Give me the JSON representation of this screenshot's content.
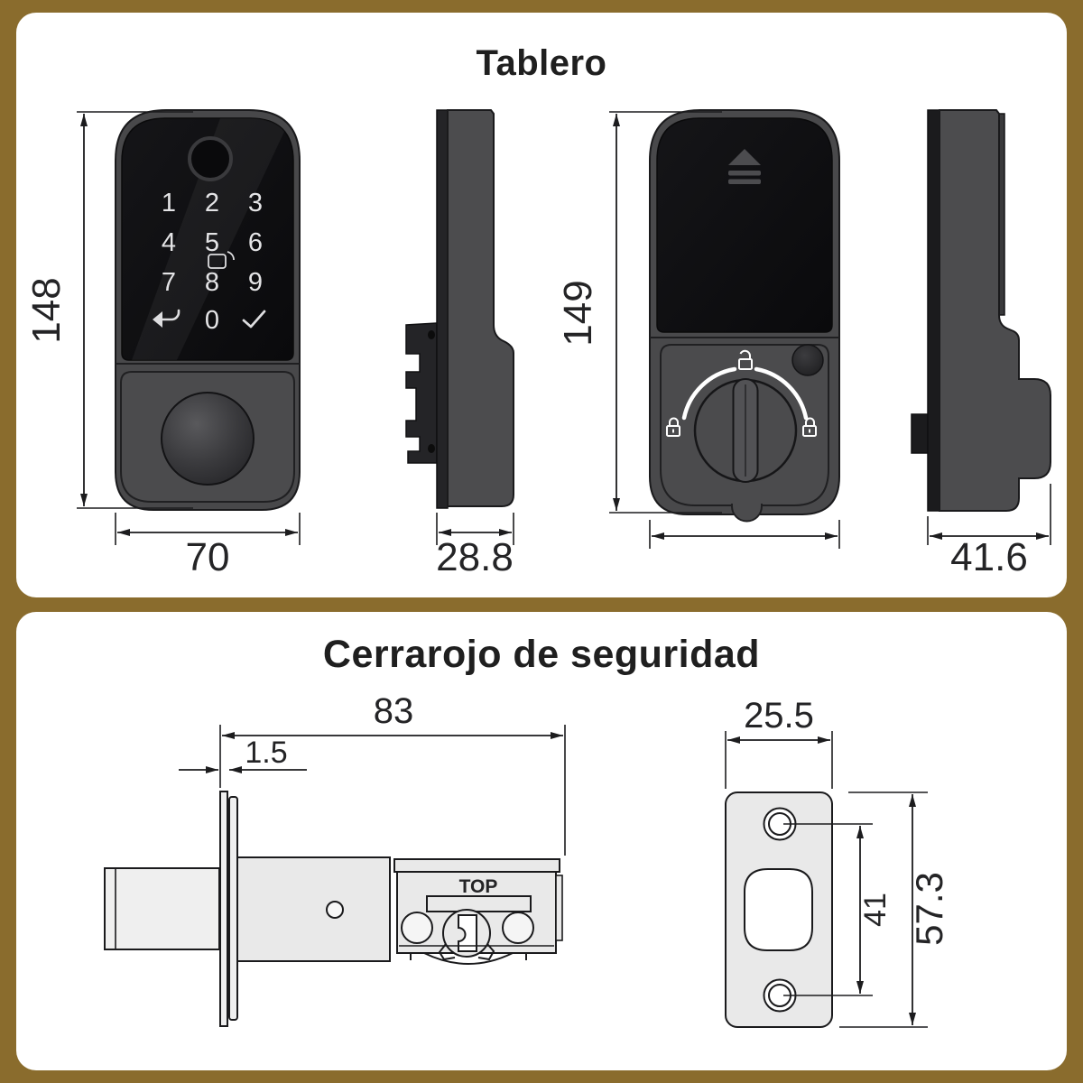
{
  "page": {
    "background_color": "#8a6c2d",
    "panel_color": "#ffffff",
    "drawing_line_color": "#1c1c1e",
    "device_body_color": "#48484a",
    "device_glass_color": "#0d0d0f"
  },
  "tablero_panel": {
    "title": "Tablero",
    "front_view": {
      "height_mm": "148",
      "width_mm": "70",
      "keypad_rows": [
        [
          "1",
          "2",
          "3"
        ],
        [
          "4",
          "5",
          "6"
        ],
        [
          "7",
          "8",
          "9"
        ]
      ],
      "zero_key": "0",
      "icons": [
        "fingerprint-sensor",
        "rfid-card",
        "undo-arrow",
        "checkmark"
      ]
    },
    "front_side_view": {
      "depth_mm": "28.8"
    },
    "back_view": {
      "height_mm": "149",
      "icons": [
        "battery-eject",
        "padlock-locked",
        "padlock-unlocked",
        "padlock-locked",
        "thumbturn"
      ]
    },
    "back_side_view": {
      "depth_mm": "41.6"
    }
  },
  "cerrojo_panel": {
    "title": "Cerrarojo de seguridad",
    "latch_view": {
      "length_mm": "83",
      "faceplate_thickness_mm": "1.5",
      "marking": "TOP"
    },
    "strike_plate_view": {
      "width_mm": "25.5",
      "hole_spacing_mm": "41",
      "height_mm": "57.3"
    }
  }
}
